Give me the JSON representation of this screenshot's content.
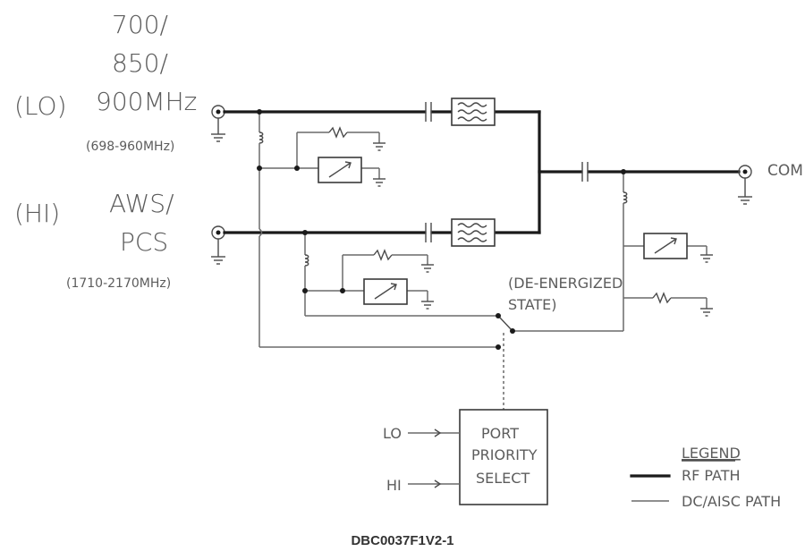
{
  "band_lo": {
    "tag": "(LO)",
    "lines": [
      "700/",
      "850/",
      "900MHz"
    ],
    "range": "(698-960MHz)"
  },
  "band_hi": {
    "tag": "(HI)",
    "lines": [
      "AWS/",
      "PCS"
    ],
    "range": "(1710-2170MHz)"
  },
  "com_label": "COM",
  "state_note": [
    "(DE-ENERGIZED",
    "STATE)"
  ],
  "selector": {
    "lines": [
      "PORT",
      "PRIORITY",
      "SELECT"
    ],
    "input_lo": "LO",
    "input_hi": "HI"
  },
  "legend": {
    "title": "LEGEND",
    "rf": "RF PATH",
    "dc": "DC/AISC PATH"
  },
  "caption": "DBC0037F1V2-1",
  "colors": {
    "rf_path": "#1a1a1a",
    "dc_path": "#6a6a6a",
    "text": "#5c5c5c"
  }
}
